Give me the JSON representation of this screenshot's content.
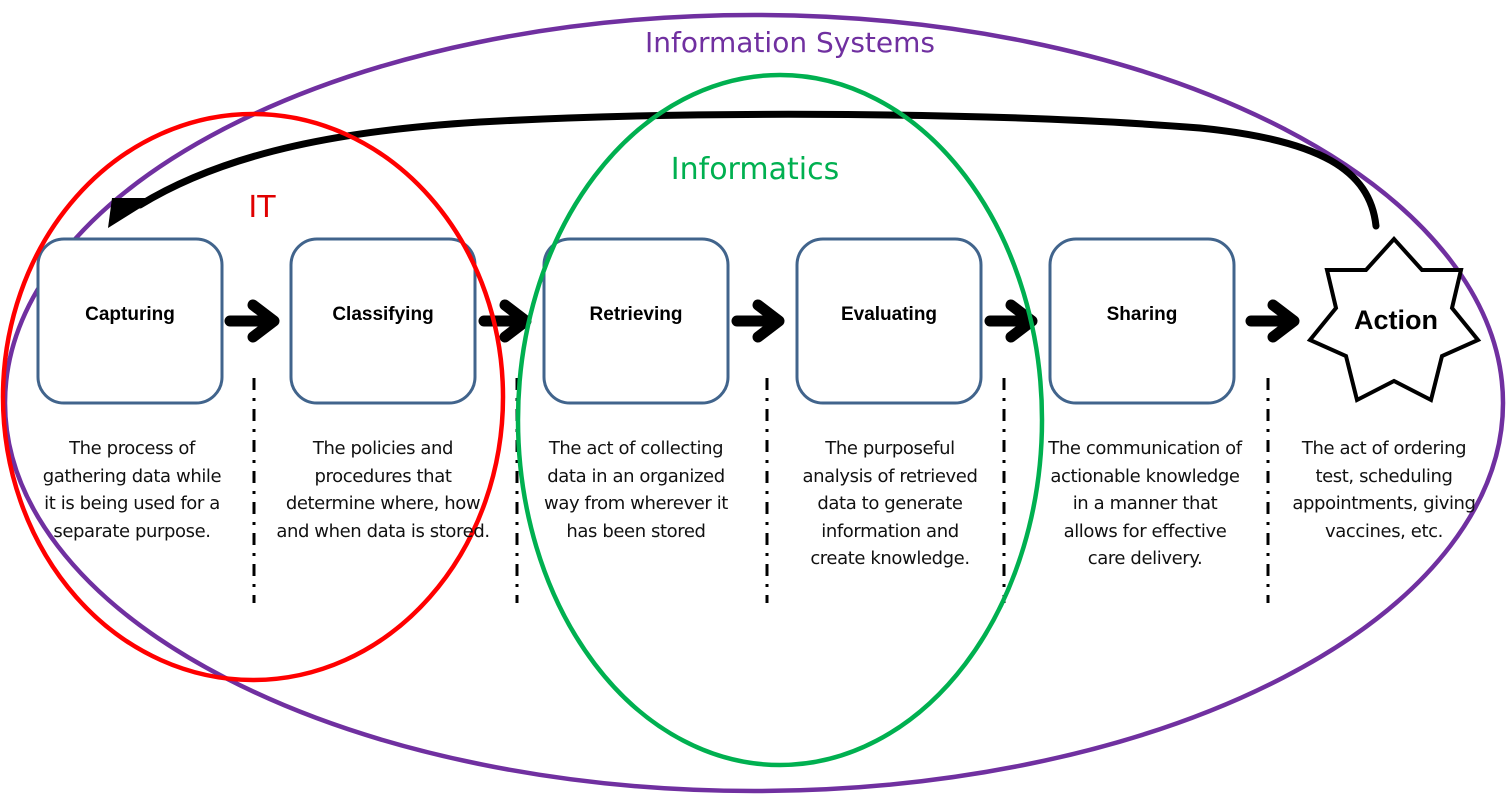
{
  "diagram": {
    "regions": {
      "information_systems": {
        "label": "Information Systems",
        "color": "#7030a0"
      },
      "informatics": {
        "label": "Informatics",
        "color": "#00b050"
      },
      "it": {
        "label": "IT",
        "color": "#e00000"
      }
    },
    "steps": [
      {
        "label": "Capturing",
        "description": "The process of\ngathering data while\nit is being used for a\nseparate purpose."
      },
      {
        "label": "Classifying",
        "description": "The policies and\nprocedures that\ndetermine where, how\nand when data is stored."
      },
      {
        "label": "Retrieving",
        "description": "The act of collecting\ndata in an organized\nway from wherever it\nhas been stored"
      },
      {
        "label": "Evaluating",
        "description": "The purposeful\nanalysis of retrieved\ndata to generate\ninformation and\ncreate knowledge."
      },
      {
        "label": "Sharing",
        "description": "The communication of\nactionable knowledge\nin a manner that\nallows for effective\ncare delivery."
      }
    ],
    "action": {
      "label": "Action",
      "description": "The act of ordering\ntest, scheduling\nappointments, giving\nvaccines, etc."
    },
    "colors": {
      "box_border": "#41648c",
      "arrow": "#000000"
    }
  }
}
